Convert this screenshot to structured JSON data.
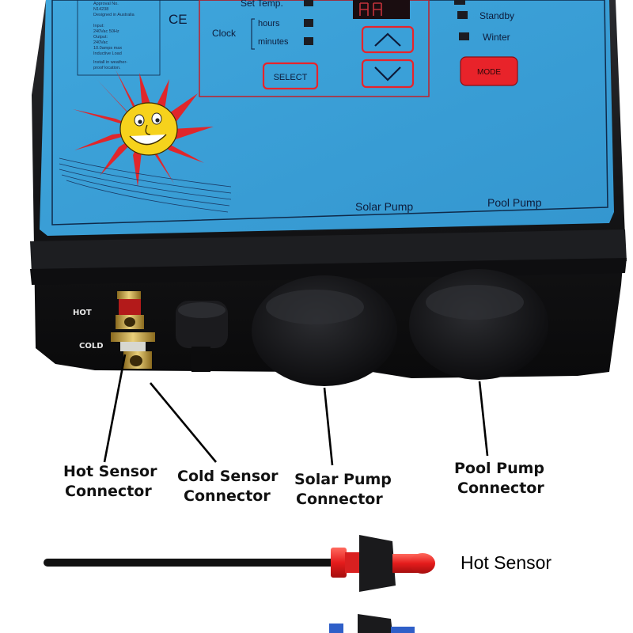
{
  "panel": {
    "set_temp_label": "Set Temp.",
    "clock_label": "Clock",
    "hours_label": "hours",
    "minutes_label": "minutes",
    "select_button": "SELECT",
    "mode_button": "MODE",
    "standby_label": "Standby",
    "winter_label": "Winter",
    "solar_pump_label": "Solar Pump",
    "pool_pump_label": "Pool Pump",
    "ce_mark": "CE",
    "spec_lines": [
      "Approval No.",
      "N14238",
      "Designed in Australia",
      "Input:",
      "240Vac 50Hz",
      "Output:",
      "240Vac",
      "10.0amps max",
      "Inductive Load",
      "Install in weather-",
      "proof location."
    ]
  },
  "side": {
    "hot_label": "HOT",
    "cold_label": "COLD"
  },
  "callouts": {
    "hot_sensor_connector": [
      "Hot Sensor",
      "Connector"
    ],
    "cold_sensor_connector": [
      "Cold Sensor",
      "Connector"
    ],
    "solar_pump_connector": [
      "Solar Pump",
      "Connector"
    ],
    "pool_pump_connector": [
      "Pool Pump",
      "Connector"
    ]
  },
  "sensor": {
    "hot_sensor_label": "Hot Sensor"
  },
  "colors": {
    "panel_blue": "#3aa0d8",
    "housing_black": "#141416",
    "accent_red": "#e8232a",
    "sun_red": "#e0262b",
    "sun_yellow": "#f6d21c"
  }
}
